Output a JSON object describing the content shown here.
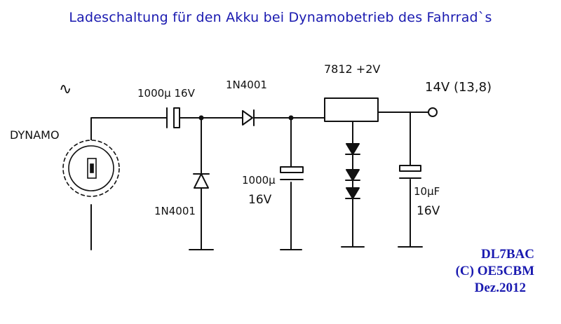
{
  "title": "Ladeschaltung für den Akku bei Dynamobetrieb des Fahrrad`s",
  "labels": {
    "ac_symbol": "∿",
    "dynamo": "DYNAMO",
    "cap1": "1000µ 16V",
    "diode_series": "1N4001",
    "diode_shunt": "1N4001",
    "cap2_value": "1000µ",
    "cap2_voltage": "16V",
    "regulator": "7812 +2V",
    "output": "14V (13,8)",
    "cap3_value": "10µF",
    "cap3_voltage": "16V"
  },
  "credits": {
    "callsign": "DL7BAC",
    "copyright": "(C) OE5CBM",
    "date": "Dez.2012"
  }
}
